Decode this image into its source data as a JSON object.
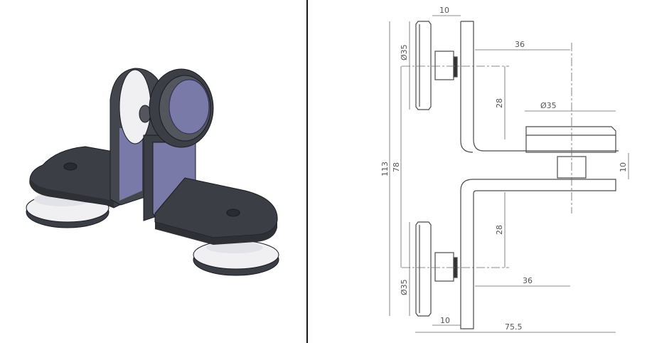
{
  "figure": {
    "left_panel": {
      "description": "Isometric 3D render of double L-bracket glass connector with disc clamps",
      "colors": {
        "metal_dark": "#3c3e46",
        "metal_mid": "#54565e",
        "metal_edge": "#2a2b30",
        "face_blue": "#7a7aa8",
        "disc_white": "#f0f0f2",
        "outline": "#1a1a22"
      }
    },
    "right_panel": {
      "description": "Orthographic dimensioned drawing",
      "dimensions": {
        "top_gap": "10",
        "top_disc_diameter": "Ø35",
        "top_offset_horizontal": "36",
        "top_vertical_28": "28",
        "center_disc_diameter": "Ø35",
        "center_gap": "10",
        "overall_height": "113",
        "disc_center_span": "78",
        "bottom_vertical_28": "28",
        "bottom_disc_diameter": "Ø35",
        "bottom_offset_horizontal": "36",
        "bottom_gap": "10",
        "overall_width": "75.5"
      },
      "colors": {
        "line": "#4a4a4a",
        "dim_line": "#666666",
        "text": "#555555"
      }
    }
  }
}
